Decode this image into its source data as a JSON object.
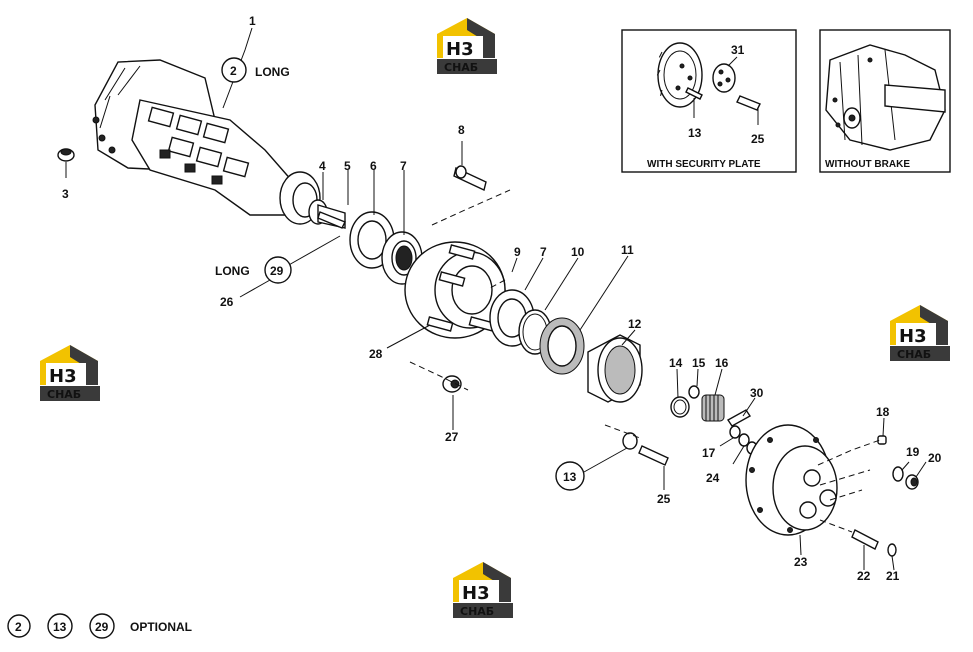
{
  "callouts": [
    {
      "label": "1"
    },
    {
      "label": "3"
    },
    {
      "label": "4"
    },
    {
      "label": "5"
    },
    {
      "label": "6"
    },
    {
      "label": "7"
    },
    {
      "label": "8"
    },
    {
      "label": "9"
    },
    {
      "label": "7"
    },
    {
      "label": "10"
    },
    {
      "label": "11"
    },
    {
      "label": "12"
    },
    {
      "label": "14"
    },
    {
      "label": "15"
    },
    {
      "label": "16"
    },
    {
      "label": "30"
    },
    {
      "label": "17"
    },
    {
      "label": "24"
    },
    {
      "label": "18"
    },
    {
      "label": "19"
    },
    {
      "label": "20"
    },
    {
      "label": "23"
    },
    {
      "label": "22"
    },
    {
      "label": "21"
    },
    {
      "label": "25"
    },
    {
      "label": "27"
    },
    {
      "label": "28"
    },
    {
      "label": "26"
    },
    {
      "label": "31"
    },
    {
      "label": "13"
    },
    {
      "label": "25"
    }
  ],
  "circled": [
    {
      "label": "2"
    },
    {
      "label": "29"
    },
    {
      "label": "13"
    }
  ],
  "words": {
    "long_top": "LONG",
    "long_mid": "LONG",
    "optional": "OPTIONAL"
  },
  "legend": [
    {
      "label": "2"
    },
    {
      "label": "13"
    },
    {
      "label": "29"
    }
  ],
  "inset_boxes": {
    "security_plate": "WITH SECURITY PLATE",
    "without_brake": "WITHOUT BRAKE"
  },
  "watermark": {
    "logo_letters": "H3",
    "logo_word": "CHAБ",
    "colors": {
      "yellow": "#f2c200",
      "dark": "#3a3a3a",
      "white": "#ffffff"
    }
  }
}
